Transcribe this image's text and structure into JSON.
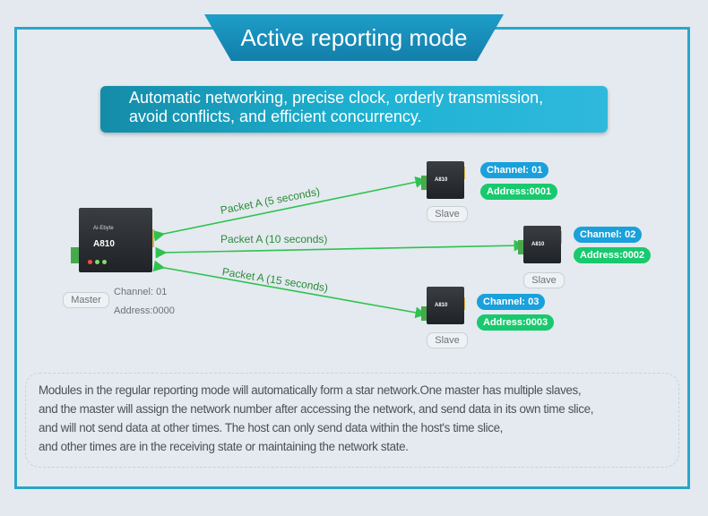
{
  "title": "Active reporting mode",
  "subtitle": {
    "line1": "Automatic networking, precise clock, orderly transmission,",
    "line2": "avoid conflicts, and efficient concurrency."
  },
  "master": {
    "role": "Master",
    "channel": "Channel: 01",
    "address": "Address:0000",
    "model": "A810",
    "brand": "Ai-Ebyte"
  },
  "slaves": [
    {
      "role": "Slave",
      "channel": "Channel: 01",
      "address": "Address:0001",
      "model": "A810"
    },
    {
      "role": "Slave",
      "channel": "Channel: 02",
      "address": "Address:0002",
      "model": "A810"
    },
    {
      "role": "Slave",
      "channel": "Channel: 03",
      "address": "Address:0003",
      "model": "A810"
    }
  ],
  "packets": [
    "Packet A (5 seconds)",
    "Packet A (10 seconds)",
    "Packet A (15 seconds)"
  ],
  "description": [
    "Modules in the regular reporting mode will automatically form a star network.One master has multiple slaves,",
    "and the master will assign the network number after accessing the network, and send data in its own time slice,",
    "and will not send data at other times. The host can only send data within the host's time slice,",
    "and other times are  in the receiving state or maintaining the network state."
  ],
  "colors": {
    "frame": "#2aa6c9",
    "arrow": "#2ec24f",
    "channel_pill": "#1aa0dc",
    "address_pill": "#18c96e"
  }
}
